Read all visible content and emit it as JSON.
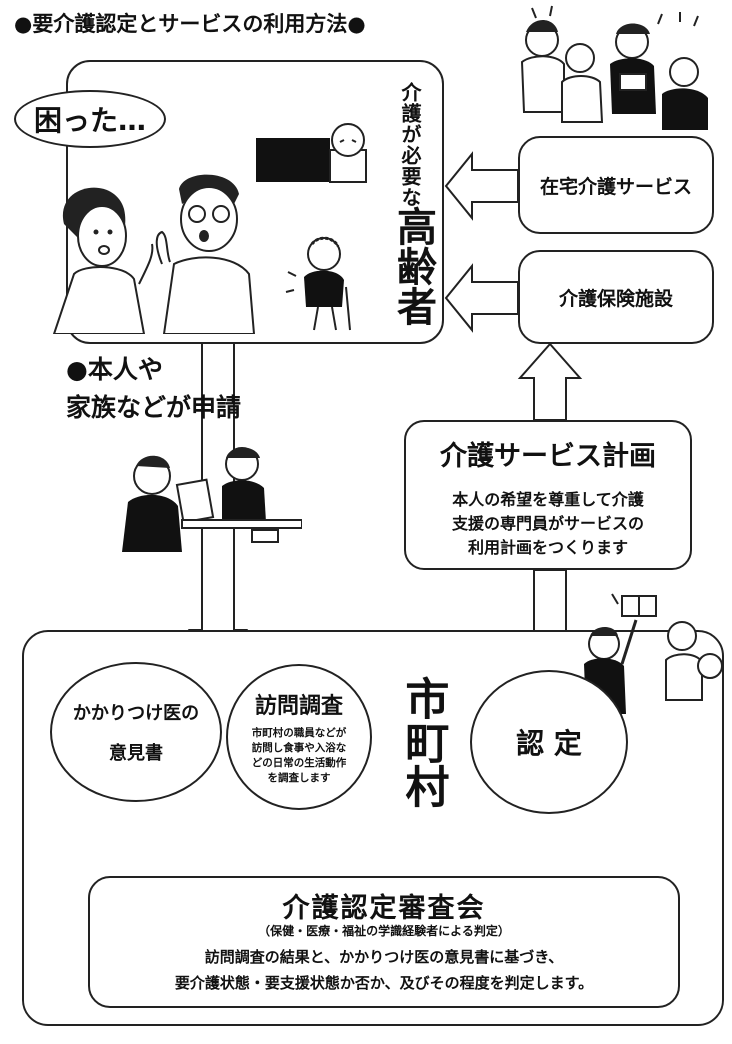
{
  "title": "●要介護認定とサービスの利用方法●",
  "top_panel": {
    "troubled_bubble": "困った…",
    "elderly_label_small": "介護が必要な",
    "elderly_label_big": "高齢者"
  },
  "services": {
    "home_care": "在宅介護サービス",
    "facility": "介護保険施設"
  },
  "application": {
    "line1": "●本人や",
    "line2": "家族などが申請"
  },
  "care_plan": {
    "title": "介護サービス計画",
    "line1": "本人の希望を尊重して介護",
    "line2": "支援の専門員がサービスの",
    "line3": "利用計画をつくります"
  },
  "municipality": {
    "label": "市町村",
    "doctor_opinion_line1": "かかりつけ医の",
    "doctor_opinion_line2": "意見書",
    "visit_survey_title": "訪問調査",
    "visit_survey_line1": "市町村の職員などが",
    "visit_survey_line2": "訪問し食事や入浴な",
    "visit_survey_line3": "どの日常の生活動作",
    "visit_survey_line4": "を調査します",
    "certification": "認 定"
  },
  "committee": {
    "title": "介護認定審査会",
    "subtitle": "（保健・医療・福祉の学識経験者による判定）",
    "line1": "訪問調査の結果と、かかりつけ医の意見書に基づき、",
    "line2": "要介護状態・要支援状態か否か、及びその程度を判定します。"
  }
}
